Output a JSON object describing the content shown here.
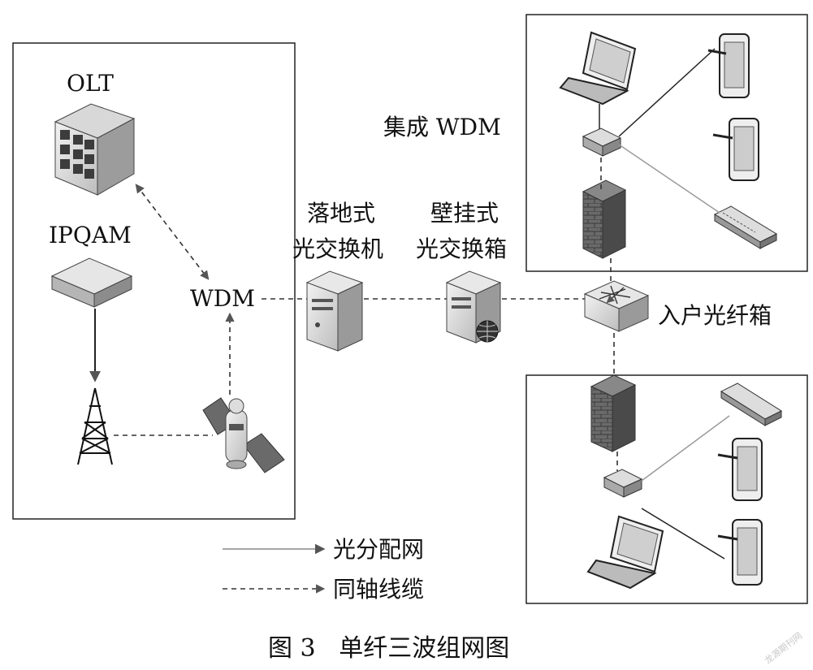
{
  "labels": {
    "olt": "OLT",
    "ipqam": "IPQAM",
    "wdm": "WDM",
    "floor_switch": [
      "落地式",
      "光交换机"
    ],
    "wall_box": [
      "壁挂式",
      "光交换箱"
    ],
    "integrated_wdm": "集成 WDM",
    "home_fiber_box": "入户光纤箱"
  },
  "legend": {
    "solid": "光分配网",
    "dashed": "同轴线缆"
  },
  "caption": "图 3   单纤三波组网图",
  "watermark": "龙源期刊网",
  "colors": {
    "line": "#333333",
    "gray_line": "#9a9a9a",
    "arrow": "#555555",
    "device_light": "#e6e6e6",
    "device_dark": "#4a4a4a"
  }
}
